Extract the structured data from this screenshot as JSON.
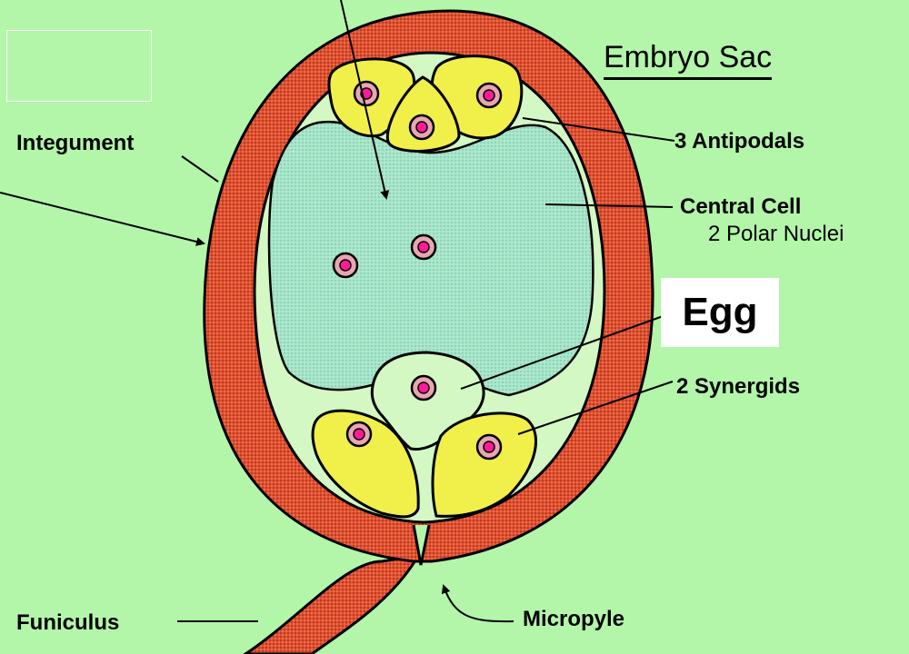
{
  "title": "Embryo Sac",
  "labels": {
    "integument": "Integument",
    "antipodals": "3 Antipodals",
    "central_cell": "Central Cell",
    "polar_nuclei": "2 Polar Nuclei",
    "egg": "Egg",
    "synergids": "2 Synergids",
    "funiculus": "Funiculus",
    "micropyle": "Micropyle"
  },
  "colors": {
    "background": "#b3f6aa",
    "integument": "#dd4a2e",
    "central_cell": "#9ee0c0",
    "cell_yellow": "#f1ef4a",
    "nucleus_outer": "#e8a6b0",
    "nucleus_inner": "#ff1a9a"
  }
}
